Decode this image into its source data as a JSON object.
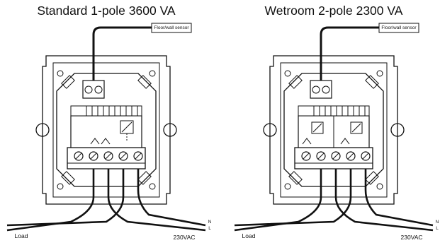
{
  "left_panel": {
    "title": "Standard 1-pole 3600 VA",
    "sensor_label": "Floor/wall sensor",
    "supply_label": "230VAC",
    "load_label": "Load",
    "n_label": "N",
    "l_label": "L"
  },
  "right_panel": {
    "title": "Wetroom 2-pole 2300 VA",
    "sensor_label": "Floor/wall sensor",
    "supply_label": "230VAC",
    "load_label": "Load",
    "n_label": "N",
    "l_label": "L"
  },
  "colors": {
    "line": "#111111",
    "background": "#ffffff"
  }
}
